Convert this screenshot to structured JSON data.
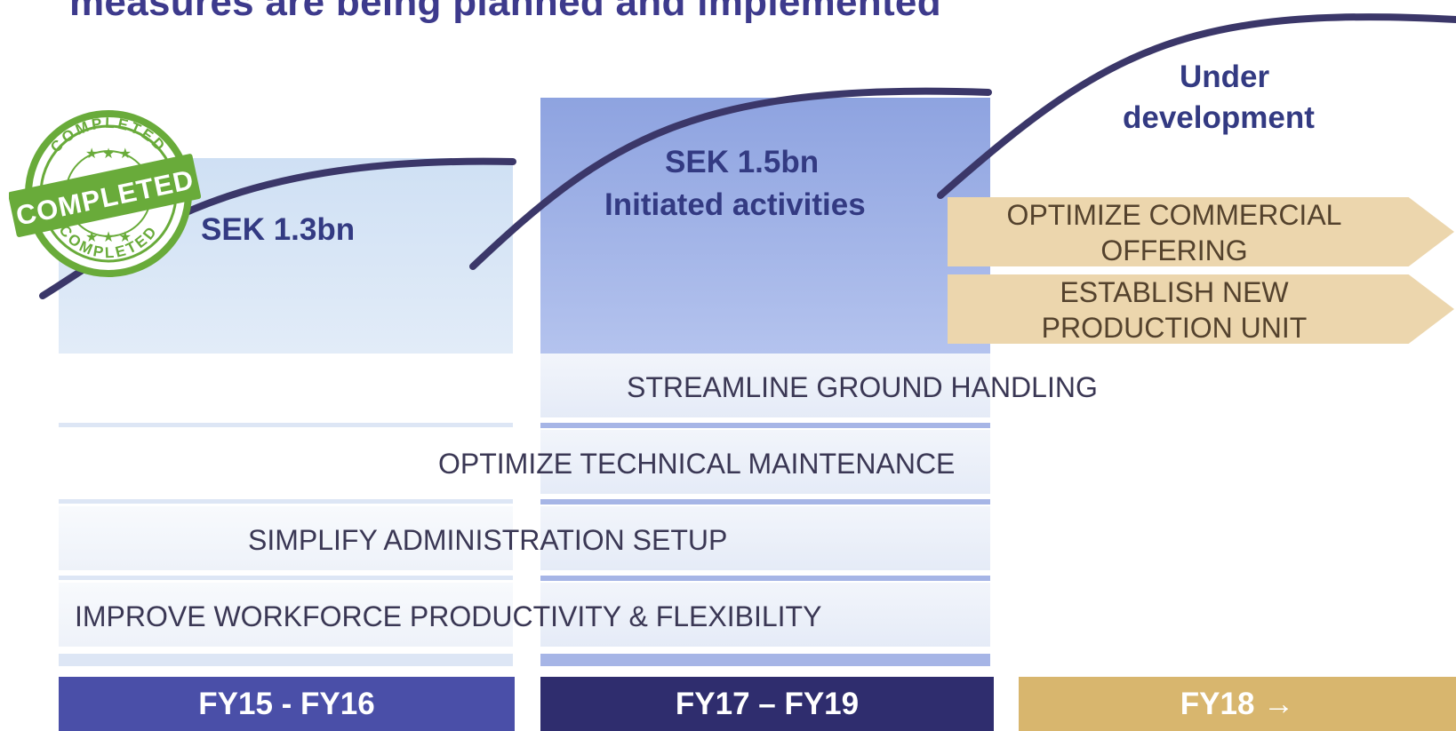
{
  "title": "measures are being planned and implemented",
  "stamp": {
    "arc_top": "COMPLETED",
    "ribbon": "COMPLETED",
    "arc_bottom": "COMPLETED"
  },
  "phase1": {
    "amount": "SEK 1.3bn",
    "period": "FY15 - FY16"
  },
  "phase2": {
    "amount": "SEK 1.5bn",
    "subtitle": "Initiated activities",
    "period": "FY17 – FY19"
  },
  "phase3": {
    "status_line1": "Under",
    "status_line2": "development",
    "period": "FY18 →"
  },
  "measures": {
    "optimize_commercial_line1": "OPTIMIZE COMMERCIAL",
    "optimize_commercial_line2": "OFFERING",
    "new_production_line1": "ESTABLISH NEW",
    "new_production_line2": "PRODUCTION UNIT",
    "ground_handling": "STREAMLINE GROUND HANDLING",
    "technical_maintenance": "OPTIMIZE TECHNICAL MAINTENANCE",
    "administration": "SIMPLIFY ADMINISTRATION SETUP",
    "workforce": "IMPROVE WORKFORCE PRODUCTIVITY & FLEXIBILITY"
  },
  "colors": {
    "title": "#3d3a8c",
    "curve": "#3b3769",
    "phase1_footer": "#4a4fa8",
    "phase2_footer": "#2f2d6e",
    "phase3_footer": "#d8b66e",
    "arrow": "#ecd6ad",
    "stamp": "#69ab3a"
  }
}
